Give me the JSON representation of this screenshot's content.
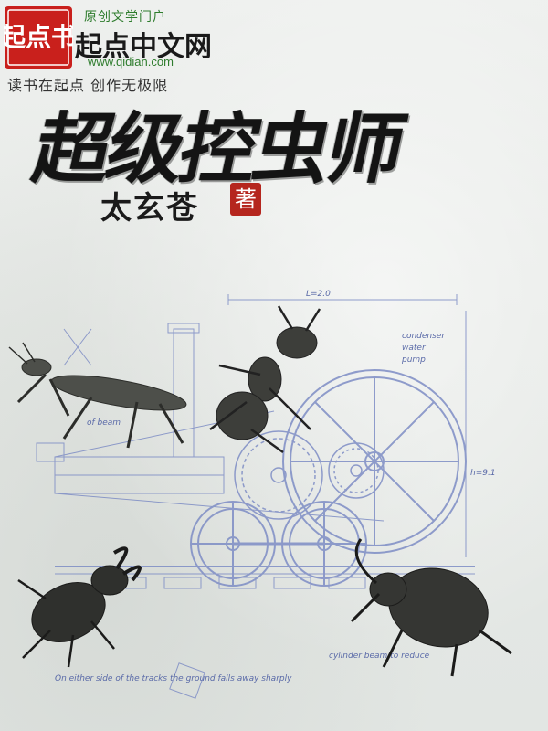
{
  "publisher": {
    "seal_text": "起点书",
    "tagline": "原创文学门户",
    "name": "起点中文网",
    "url": "www.qidian.com",
    "slogan": "读书在起点 创作无极限"
  },
  "book": {
    "title": "超级控虫师",
    "author": "太玄苍",
    "author_mark": "著"
  },
  "blueprint_notes": {
    "dimension_top": "L=2.0",
    "note_right_1": "condenser",
    "note_right_2": "water",
    "note_right_3": "pump",
    "dimension_right": "h=9.1",
    "note_mantis": "of beam",
    "note_left": "On either side of the tracks the ground falls away sharply",
    "note_bottom_right": "cylinder beam to reduce"
  },
  "colors": {
    "seal_red": "#c9201c",
    "title_black": "#141414",
    "publisher_green": "#2f7d2e",
    "blueprint_blue": "#5a6aa8"
  }
}
